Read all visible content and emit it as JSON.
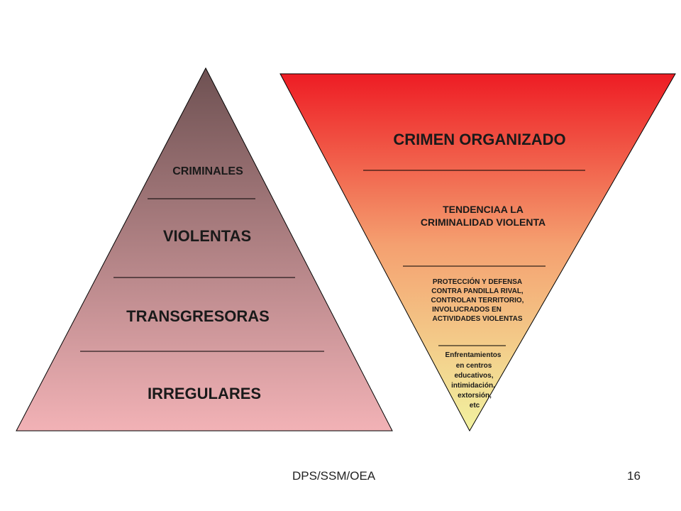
{
  "pyramid": {
    "colors": {
      "top": "#6e5152",
      "bottom": "#f2b2b6",
      "stroke": "#000000"
    },
    "levels": [
      "CRIMINALES",
      "VIOLENTAS",
      "TRANSGRESORAS",
      "IRREGULARES"
    ]
  },
  "inverted": {
    "colors": {
      "top": "#ee1c24",
      "middle": "#f4a070",
      "bottom": "#f2f2a0",
      "stroke": "#000000"
    },
    "title": "CRIMEN ORGANIZADO",
    "tier1": [
      "TENDENCIAA LA",
      "CRIMINALIDAD VIOLENTA"
    ],
    "tier2": [
      "PROTECCIÓN Y DEFENSA",
      "CONTRA PANDILLA RIVAL,",
      "CONTROLAN TERRITORIO,",
      "INVOLUCRADOS EN",
      "ACTIVIDADES VIOLENTAS"
    ],
    "tier3": [
      "Enfrentamientos",
      "en centros",
      "educativos,",
      "intimidación,",
      "extorsión,",
      "etc"
    ]
  },
  "footer": {
    "left": "DPS/SSM/OEA",
    "right": "16"
  }
}
